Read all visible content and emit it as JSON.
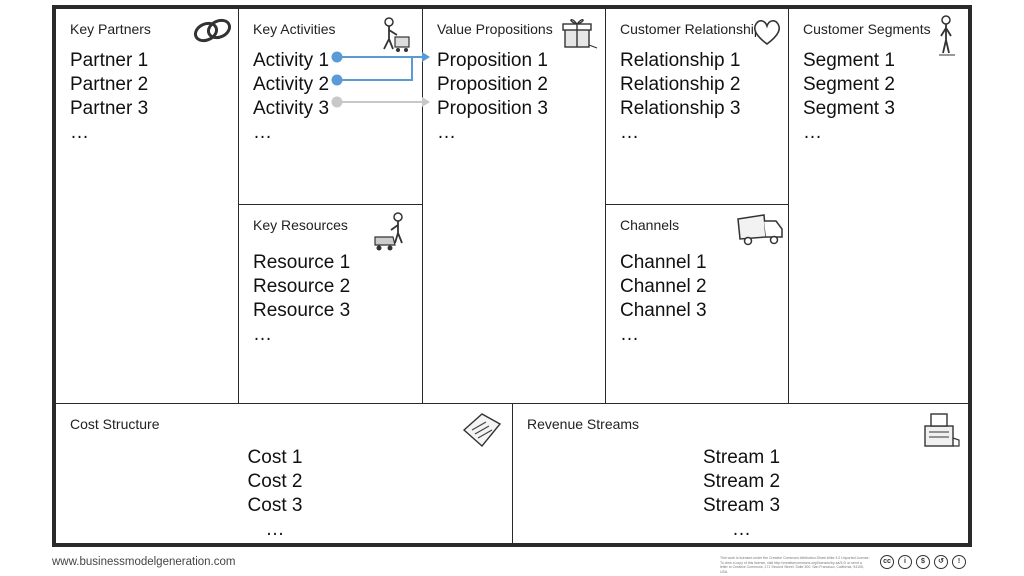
{
  "canvas": {
    "key_partners": {
      "title": "Key Partners",
      "items": [
        "Partner 1",
        "Partner 2",
        "Partner 3",
        "…"
      ],
      "icon": "chain-link-icon"
    },
    "key_activities": {
      "title": "Key Activities",
      "items": [
        "Activity 1",
        "Activity 2",
        "Activity 3",
        "…"
      ],
      "icon": "worker-with-cart-icon"
    },
    "key_resources": {
      "title": "Key Resources",
      "items": [
        "Resource 1",
        "Resource 2",
        "Resource 3",
        "…"
      ],
      "icon": "worker-with-forklift-icon"
    },
    "value_propositions": {
      "title": "Value Propositions",
      "items": [
        "Proposition 1",
        "Proposition 2",
        "Proposition 3",
        "…"
      ],
      "icon": "gift-box-icon"
    },
    "customer_relationships": {
      "title": "Customer Relationships",
      "items": [
        "Relationship 1",
        "Relationship 2",
        "Relationship 3",
        "…"
      ],
      "icon": "heart-icon"
    },
    "channels": {
      "title": "Channels",
      "items": [
        "Channel 1",
        "Channel 2",
        "Channel 3",
        "…"
      ],
      "icon": "delivery-truck-icon"
    },
    "customer_segments": {
      "title": "Customer Segments",
      "items": [
        "Segment 1",
        "Segment 2",
        "Segment 3",
        "…"
      ],
      "icon": "person-icon"
    },
    "cost_structure": {
      "title": "Cost Structure",
      "items": [
        "Cost 1",
        "Cost 2",
        "Cost 3",
        "…"
      ],
      "icon": "price-tag-icon"
    },
    "revenue_streams": {
      "title": "Revenue Streams",
      "items": [
        "Stream 1",
        "Stream 2",
        "Stream 3",
        "…"
      ],
      "icon": "cash-register-icon"
    }
  },
  "connectors": [
    {
      "from": "Activity 1",
      "to": "Proposition 1",
      "color": "#5b9bd5"
    },
    {
      "from": "Activity 2",
      "to": "Proposition 1",
      "color": "#5b9bd5"
    },
    {
      "from": "Activity 3",
      "to": "Proposition 3",
      "color": "#c8c8c8"
    }
  ],
  "footer": {
    "url": "www.businessmodelgeneration.com",
    "license_text": "This work is licensed under the Creative Commons Attribution-Share Alike 3.0 Unported License. To view a copy of this license, visit http://creativecommons.org/licenses/by-sa/3.0/ or send a letter to Creative Commons, 171 Second Street, Suite 300, San Francisco, California, 94105, USA.",
    "license_icons": [
      "cc-icon",
      "attribution-icon",
      "noncommercial-icon",
      "share-alike-icon",
      "info-icon"
    ]
  }
}
